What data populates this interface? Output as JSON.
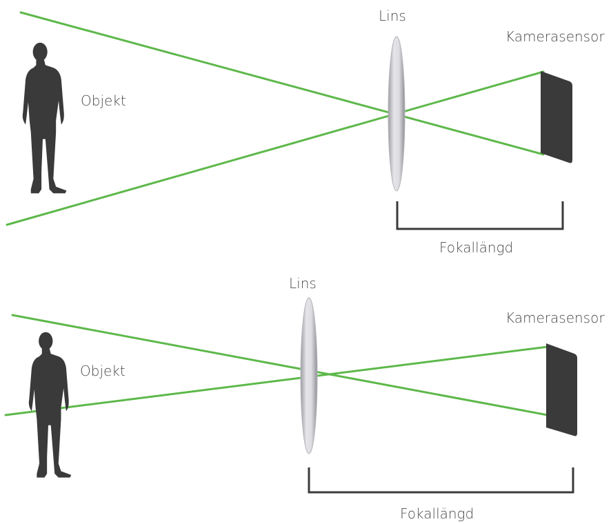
{
  "panels": [
    {
      "lens_label": "Lins",
      "sensor_label": "Kamerasensor",
      "object_label": "Objekt",
      "focal_label": "Fokallängd"
    },
    {
      "lens_label": "Lins",
      "sensor_label": "Kamerasensor",
      "object_label": "Objekt",
      "focal_label": "Fokallängd"
    }
  ],
  "colors": {
    "ray": "#5db84a",
    "dark": "#3a3a3a",
    "lens": "#c8c8cc"
  }
}
